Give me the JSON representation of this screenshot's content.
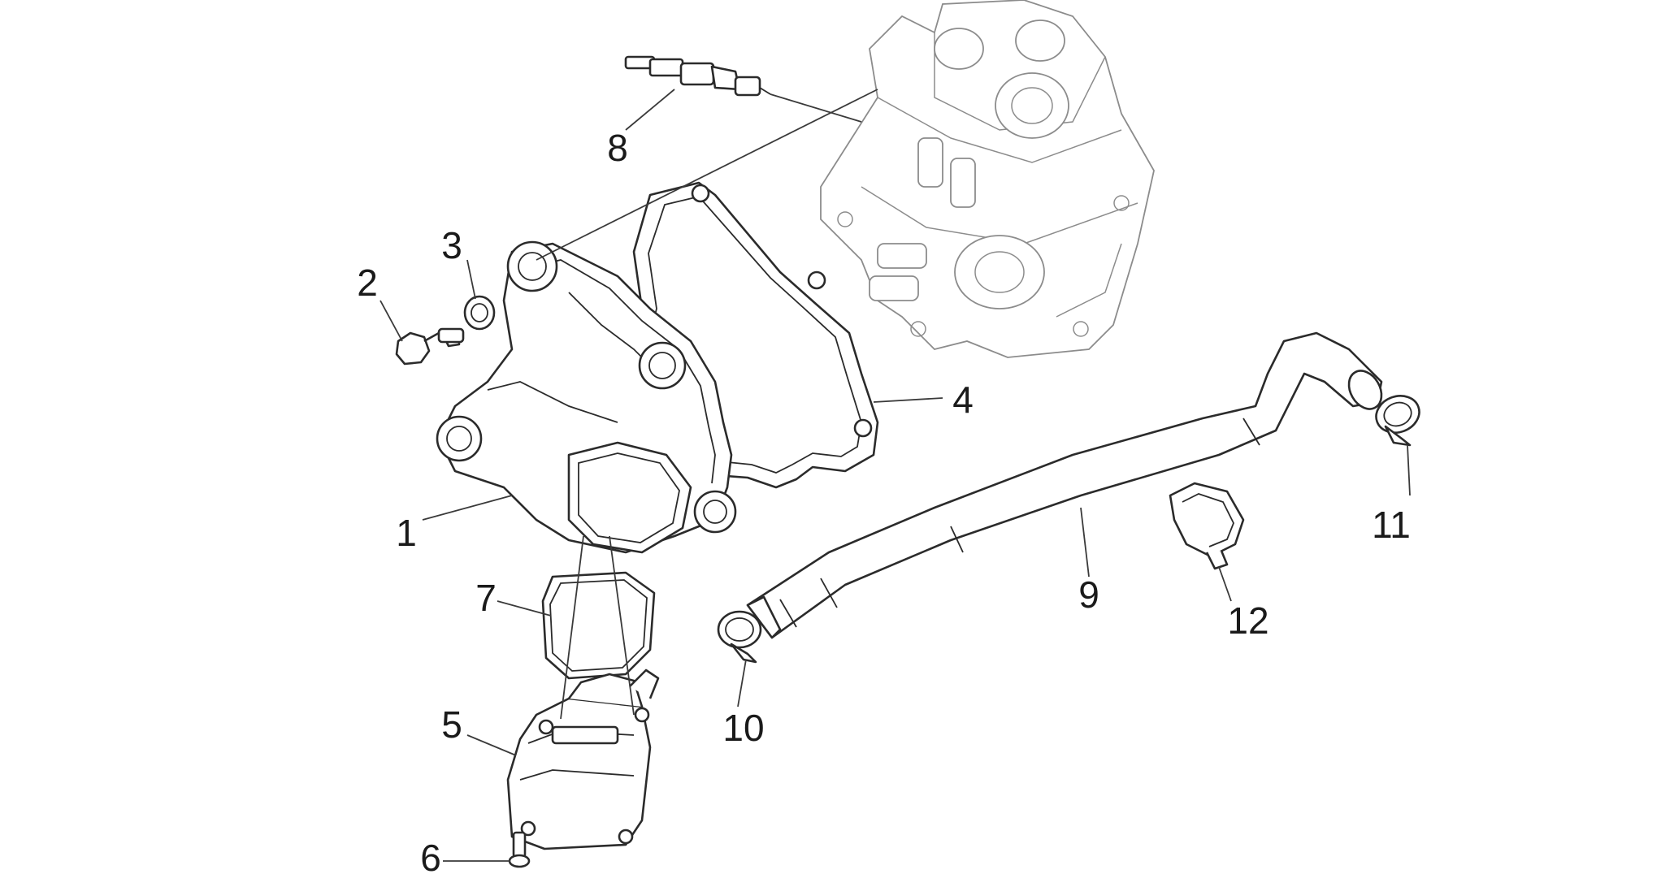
{
  "labels": {
    "p1": "1",
    "p2": "2",
    "p3": "3",
    "p4": "4",
    "p5": "5",
    "p6": "6",
    "p7": "7",
    "p8": "8",
    "p9": "9",
    "p10": "10",
    "p11": "11",
    "p12": "12"
  },
  "colors": {
    "line": "#2b2b2b",
    "engine_head": "#8c8c8c",
    "background": "#ffffff"
  }
}
